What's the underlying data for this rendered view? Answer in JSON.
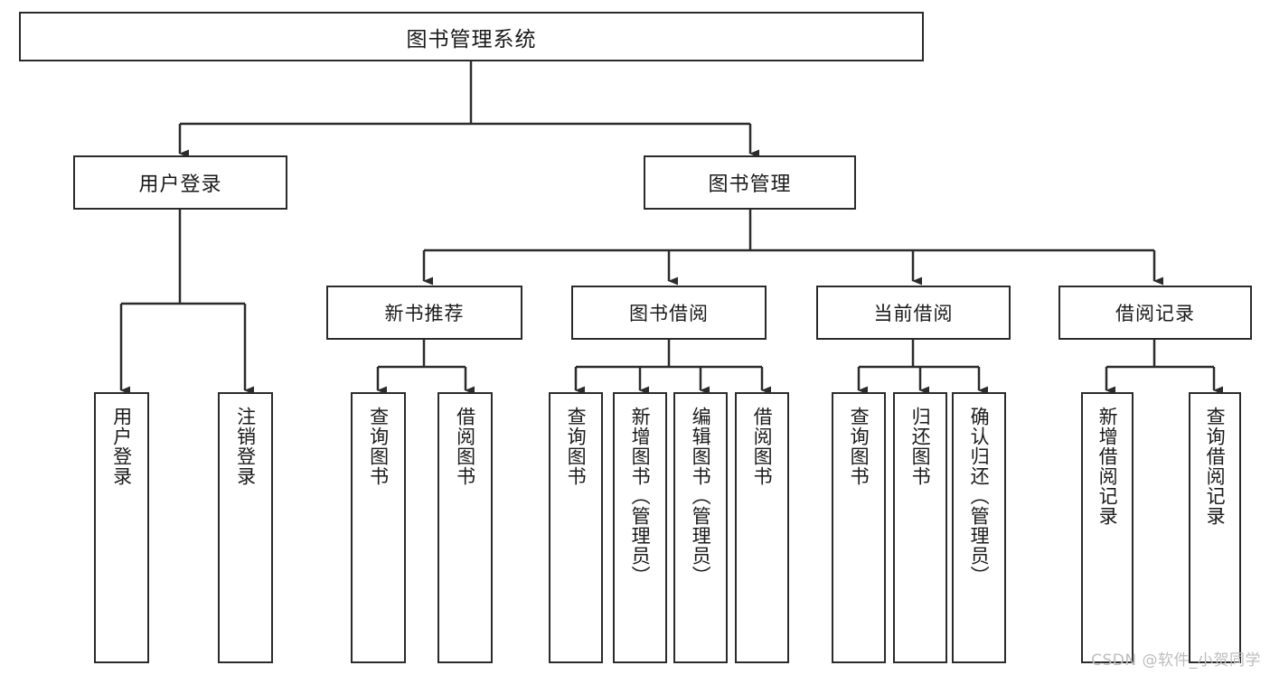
{
  "diagram": {
    "title": "图书管理系统",
    "type": "hierarchy-tree",
    "watermark": "CSDN @软件_小贺同学",
    "colors": {
      "stroke": "#2b2b2b",
      "fill": "#ffffff",
      "text": "#1a1a1a",
      "watermark": "#bdbdbd"
    },
    "root": {
      "label": "图书管理系统"
    },
    "level1": [
      {
        "label": "用户登录"
      },
      {
        "label": "图书管理"
      }
    ],
    "level2": [
      {
        "label": "新书推荐"
      },
      {
        "label": "图书借阅"
      },
      {
        "label": "当前借阅"
      },
      {
        "label": "借阅记录"
      }
    ],
    "leaves": {
      "user_login": [
        {
          "label": "用户登录"
        },
        {
          "label": "注销登录"
        }
      ],
      "new_book_recommend": [
        {
          "label": "查询图书"
        },
        {
          "label": "借阅图书"
        }
      ],
      "book_borrow": [
        {
          "label": "查询图书"
        },
        {
          "label": "新增图书（管理员）"
        },
        {
          "label": "编辑图书（管理员）"
        },
        {
          "label": "借阅图书"
        }
      ],
      "current_borrow": [
        {
          "label": "查询图书"
        },
        {
          "label": "归还图书"
        },
        {
          "label": "确认归还（管理员）"
        }
      ],
      "borrow_record": [
        {
          "label": "新增借阅记录"
        },
        {
          "label": "查询借阅记录"
        }
      ]
    }
  }
}
